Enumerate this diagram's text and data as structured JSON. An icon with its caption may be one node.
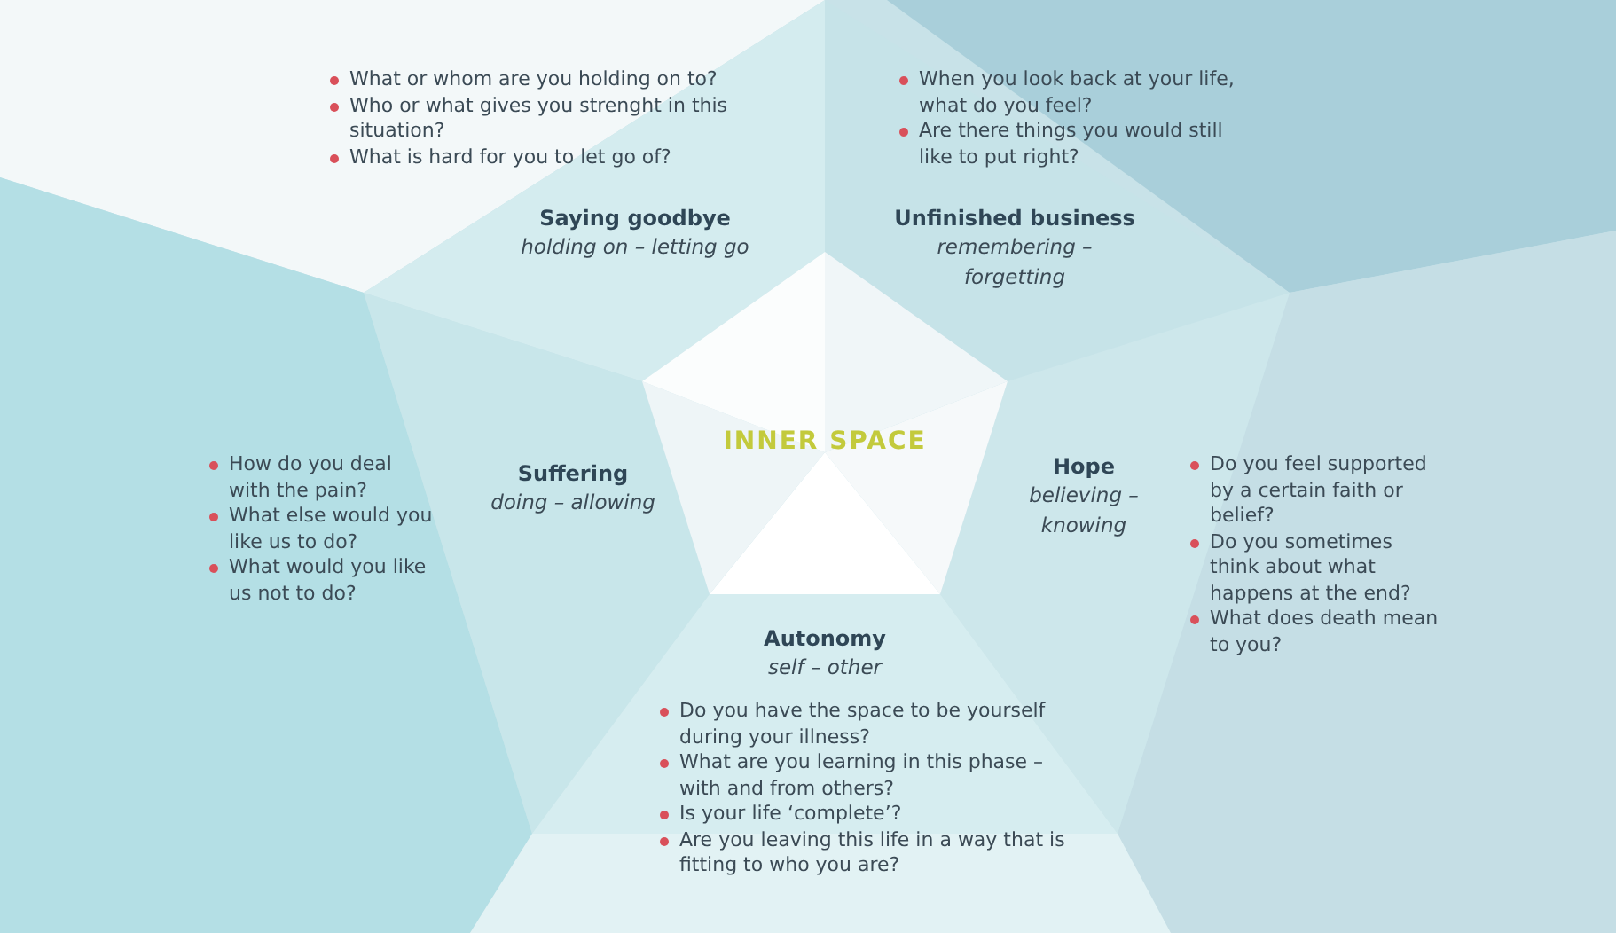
{
  "diagram": {
    "nodes": [
      {
        "text": [
          "INNER SPACE"
        ]
      },
      {
        "text": [
          "Saying goodbye",
          "holding on – letting go"
        ],
        "beside": [
          "What or whom are you holding on to?",
          "Who or what gives you strenght in this situation?",
          "What is hard for you to let go of?"
        ]
      },
      {
        "text": [
          "Unfinished business",
          "remembering – forgetting"
        ],
        "beside": [
          "When you look back at your life, what do you feel?",
          "Are there things you would still like to put right?"
        ]
      },
      {
        "text": [
          "Suffering",
          "doing – allowing"
        ],
        "beside": [
          "How do you deal with the pain?",
          "What else would you like us to do?",
          "What would you like us not to do?"
        ]
      },
      {
        "text": [
          "Hope",
          "believing – knowing"
        ],
        "beside": [
          "Do you feel supported by a certain faith or belief?",
          "Do you sometimes think about what happens at the end?",
          "What does death mean to you?"
        ]
      },
      {
        "text": [
          "Autonomy",
          "self – other"
        ],
        "beside": [
          "Do you have the space to be yourself during your illness?",
          "What are you learning in this phase – with and from others?",
          "Is your life ‘complete’?",
          "Are you leaving this life in a way that is fitting to who you are?"
        ]
      }
    ]
  }
}
